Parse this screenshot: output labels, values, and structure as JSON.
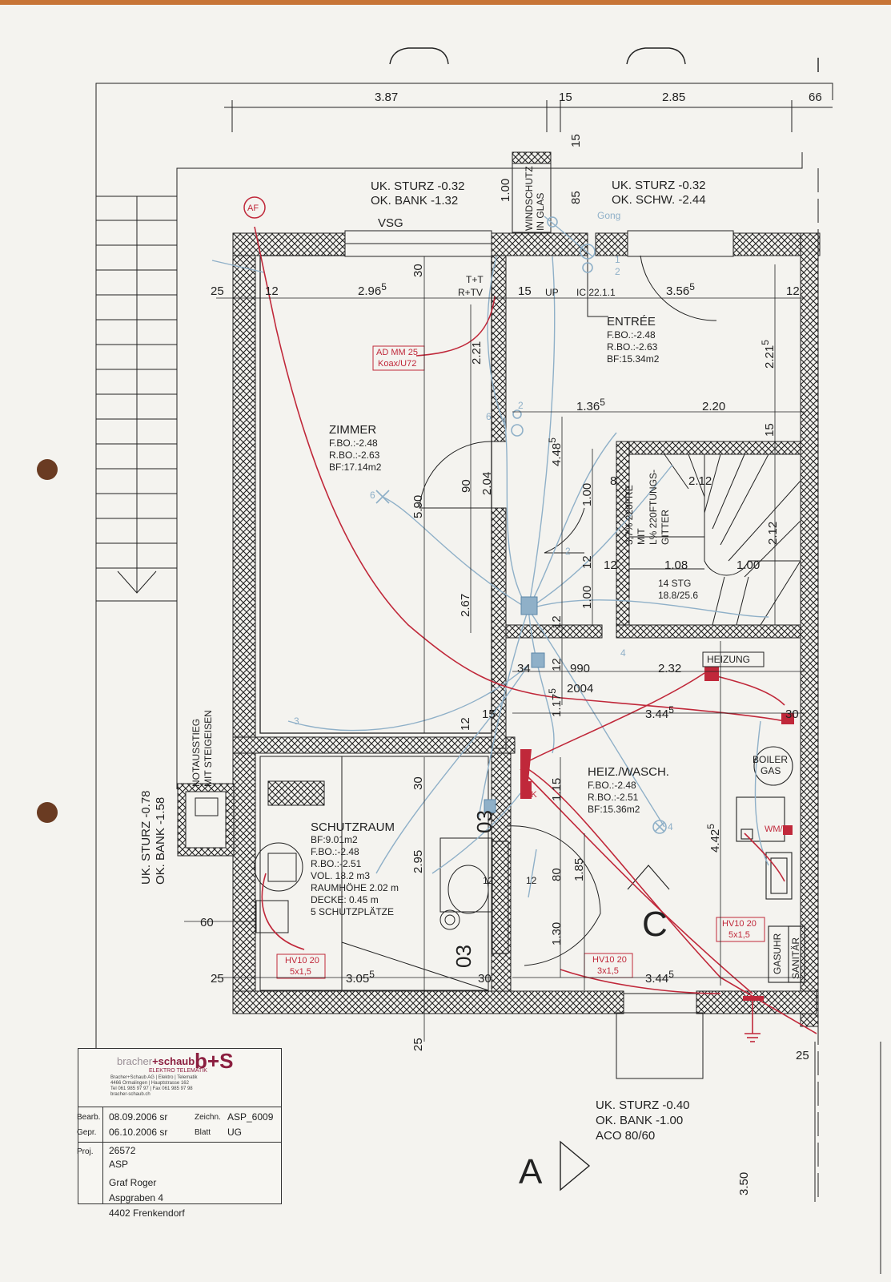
{
  "dimensions": {
    "top_387": "3.87",
    "top_15": "15",
    "top_285": "2.85",
    "top_66": "66",
    "v15": "15",
    "v85": "85",
    "v100": "1.00",
    "v30": "30",
    "row_25": "25",
    "row_12": "12",
    "row_296": "2.96",
    "row_296_sup": "5",
    "row_15": "15",
    "row_356": "3.56",
    "row_356_sup": "5",
    "row_12r": "12",
    "v221": "2.21",
    "v221r": "2.21",
    "v221r_sup": "5",
    "d1365": "1.36",
    "d1365_sup": "5",
    "d220": "2.20",
    "v15r": "15",
    "v448": "4.48",
    "v448_sup": "5",
    "v590": "5.90",
    "v90": "90",
    "v204": "2.04",
    "v100b": "1.00",
    "d8": "8",
    "d212": "2.12",
    "v212": "2.12",
    "v12a": "12",
    "d12": "12",
    "d108": "1.08",
    "d100": "1.00",
    "stg1": "14 STG",
    "stg2": "18.8/25.6",
    "v100c": "1.00",
    "v12b": "12",
    "v267": "2.67",
    "d34": "34",
    "d990": "990",
    "d2004": "2004",
    "d232": "2.32",
    "v117": "1.17",
    "v117_sup": "5",
    "v12c": "12",
    "d3445a": "3.44",
    "d3445a_sup": "5",
    "d30r": "30",
    "d15b": "15",
    "v12d": "12",
    "v30s": "30",
    "v03a": "03",
    "v295": "2.95",
    "v115": "1.15",
    "v80": "80",
    "v185": "1.85",
    "v130": "1.30",
    "d12w": "12",
    "d12w2": "12",
    "d60": "60",
    "d25b": "25",
    "d3055": "3.05",
    "d3055_sup": "5",
    "v03b": "03",
    "d30b": "30",
    "d3445b": "3.44",
    "d3445b_sup": "5",
    "v442": "4.42",
    "v442_sup": "5",
    "v25bot": "25",
    "d25r": "25",
    "v350": "3.50"
  },
  "labels": {
    "uk_sturz_1": "UK. STURZ -0.32",
    "ok_bank_1": "OK. BANK -1.32",
    "vsg": "VSG",
    "windschutz_1": "WINDSCHUTZ",
    "windschutz_2": "IN GLAS",
    "uk_sturz_2": "UK. STURZ -0.32",
    "ok_schw": "OK. SCHW. -2.44",
    "gong": "Gong",
    "af": "AF",
    "tt": "T+T",
    "rtv": "R+TV",
    "up": "UP",
    "ic": "IC 22.1.1",
    "ad_mm_1": "AD MM 25",
    "ad_mm_2": "Koax/U72",
    "gitter_1": "3,7% 220FRE",
    "gitter_2": "MIT",
    "gitter_3": "L% 220FTUNGS-",
    "gitter_4": "GITTER",
    "notaus_1": "NOTAUSSTIEG",
    "notaus_2": "MIT STEIGEISEN",
    "uk_sturz_3": "UK. STURZ -0.78",
    "ok_bank_3": "OK. BANK -1.58",
    "heizung": "HEIZUNG",
    "boiler_1": "BOILER",
    "boiler_2": "GAS",
    "wm": "WM/Tu",
    "gasuhr": "GASUHR",
    "sanitar": "SANITÄR",
    "hv_1a": "HV10 20",
    "hv_1b": "5x1,5",
    "hv_2a": "HV10 20",
    "hv_2b": "3x1,5",
    "hv_3a": "HV10 20",
    "hv_3b": "5x1,5",
    "c": "C",
    "ek": "EK",
    "uk_sturz_4": "UK. STURZ -0.40",
    "ok_bank_4": "OK. BANK -1.00",
    "aco": "ACO 80/60",
    "section_a": "A",
    "n1": "1",
    "n2": "2",
    "n2b": "2",
    "n6": "6",
    "n6b": "6",
    "n4": "4",
    "n4b": "4",
    "n2c": "2",
    "n3": "3"
  },
  "rooms": {
    "zimmer": {
      "name": "ZIMMER",
      "fbo": "F.BO.:-2.48",
      "rbo": "R.BO.:-2.63",
      "bf": "BF:17.14m2"
    },
    "entree": {
      "name": "ENTRÉE",
      "fbo": "F.BO.:-2.48",
      "rbo": "R.BO.:-2.63",
      "bf": "BF:15.34m2"
    },
    "schutzraum": {
      "name": "SCHUTZRAUM",
      "bf": "BF:9.01m2",
      "fbo": "F.BO.:-2.48",
      "rbo": "R.BO.:-2.51",
      "vol": "VOL. 18.2 m3",
      "raumhohe": "RAUMHÖHE 2.02 m",
      "decke": "DECKE: 0.45 m",
      "plaetze": "5 SCHUTZPLÄTZE"
    },
    "heiz": {
      "name": "HEIZ./WASCH.",
      "fbo": "F.BO.:-2.48",
      "rbo": "R.BO.:-2.51",
      "bf": "BF:15.36m2"
    }
  },
  "title_block": {
    "company_a": "bracher",
    "company_b": "+schaub",
    "monogram": "b+S",
    "subtitle": "ELEKTRO TELEMATIK",
    "line1": "Bracher+Schaub AG | Elektro | Telematik",
    "line2": "4466 Ormalingen | Hauptstrasse 162",
    "line3": "Tel 061 985 97 97 | Fax 061 985 97 98",
    "line4": "bracher-schaub.ch",
    "bearb_lbl": "Bearb.",
    "bearb_val": "08.09.2006 sr",
    "zeichn_lbl": "Zeichn.",
    "zeichn_val": "ASP_6009",
    "gepr_lbl": "Gepr.",
    "gepr_val": "06.10.2006 sr",
    "blatt_lbl": "Blatt",
    "blatt_val": "UG",
    "proj_lbl": "Proj.",
    "proj_val": "26572",
    "proj_code": "ASP",
    "client_name": "Graf Roger",
    "client_street": "Aspgraben 4",
    "client_city": "4402 Frenkendorf"
  },
  "colors": {
    "wall": "#222222",
    "red": "#c0283a",
    "blue": "#8fb0c8",
    "paper": "#f4f3ef"
  }
}
